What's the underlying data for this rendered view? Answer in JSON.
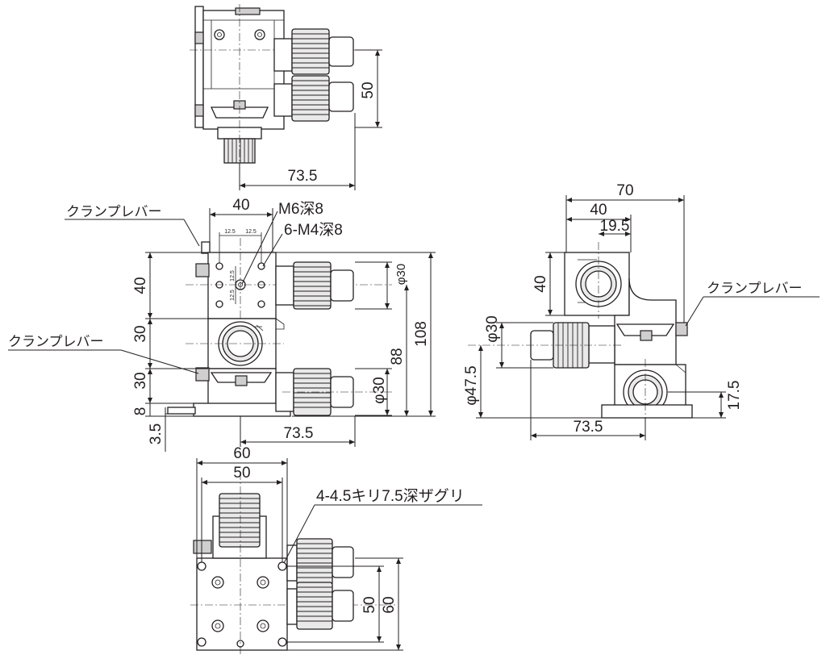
{
  "top_view": {
    "dim_width": "73.5",
    "dim_height": "50"
  },
  "front_view": {
    "dim_top_width": "40",
    "dim_hole_pitch_a": "12.5",
    "dim_hole_pitch_b": "12.5",
    "dim_hole_pitch_c": "12.5",
    "dim_hole_pitch_d": "12.5",
    "callout_center_hole": "M6深8",
    "callout_tapped_holes": "6-M4深8",
    "clamp_lever_label_upper": "クランプレバー",
    "clamp_lever_label_lower": "クランプレバー",
    "dim_left_40": "40",
    "dim_left_30a": "30",
    "dim_left_30b": "30",
    "dim_left_8": "8",
    "dim_left_3_5": "3.5",
    "dim_knob_upper": "φ30",
    "dim_knob_lower": "φ30",
    "dim_height_88": "88",
    "dim_height_108": "108",
    "dim_bottom_width": "73.5"
  },
  "side_view": {
    "dim_70": "70",
    "dim_40": "40",
    "dim_19_5": "19.5",
    "dim_left_40": "40",
    "dim_knob": "φ30",
    "dim_47_5": "φ47.5",
    "dim_17_5": "17.5",
    "dim_bottom_width": "73.5",
    "clamp_lever_label": "クランプレバー"
  },
  "bottom_view": {
    "dim_60": "60",
    "dim_50": "50",
    "callout_counterbore": "4-4.5キリ7.5深ザグリ",
    "dim_right_50": "50",
    "dim_right_60": "60"
  }
}
